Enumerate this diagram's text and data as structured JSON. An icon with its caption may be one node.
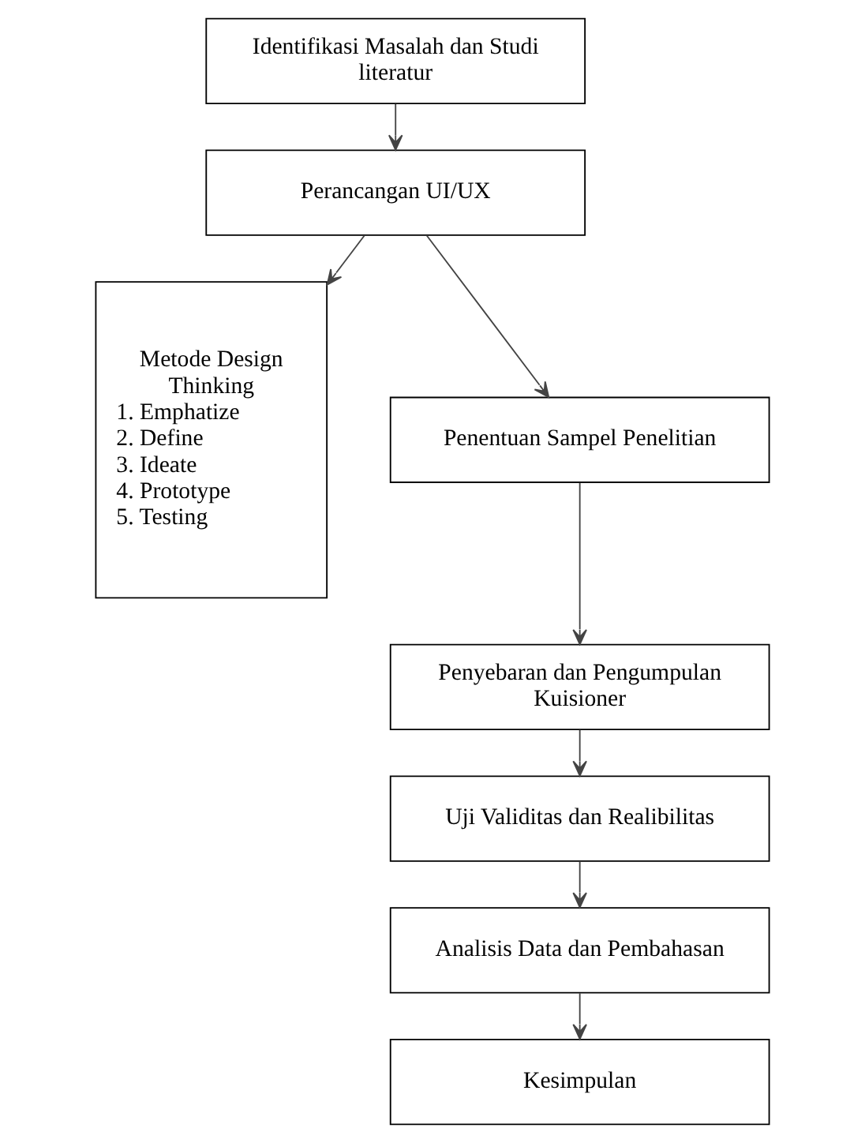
{
  "diagram": {
    "nodes": [
      {
        "text": [
          "Identifikasi Masalah dan Studi literatur"
        ]
      },
      {
        "text": [
          "Perancangan UI/UX"
        ]
      },
      {
        "text": [
          "Metode Design Thinking",
          "1. Emphatize",
          "2. Define",
          "3. Ideate",
          "4. Prototype",
          "5. Testing"
        ]
      },
      {
        "text": [
          "Penentuan Sampel Penelitian"
        ]
      },
      {
        "text": [
          "Penyebaran dan Pengumpulan Kuisioner"
        ]
      },
      {
        "text": [
          "Uji Validitas dan Realibilitas"
        ]
      },
      {
        "text": [
          "Analisis Data dan Pembahasan"
        ]
      },
      {
        "text": [
          "Kesimpulan"
        ]
      }
    ],
    "edges": [
      {
        "from": 0,
        "to": 1,
        "arrow": "to"
      },
      {
        "from": 1,
        "to": 2,
        "arrow": "to"
      },
      {
        "from": 1,
        "to": 3,
        "arrow": "to"
      },
      {
        "from": 3,
        "to": 4,
        "arrow": "to"
      },
      {
        "from": 4,
        "to": 5,
        "arrow": "to"
      },
      {
        "from": 5,
        "to": 6,
        "arrow": "to"
      },
      {
        "from": 6,
        "to": 7,
        "arrow": "to"
      }
    ]
  }
}
